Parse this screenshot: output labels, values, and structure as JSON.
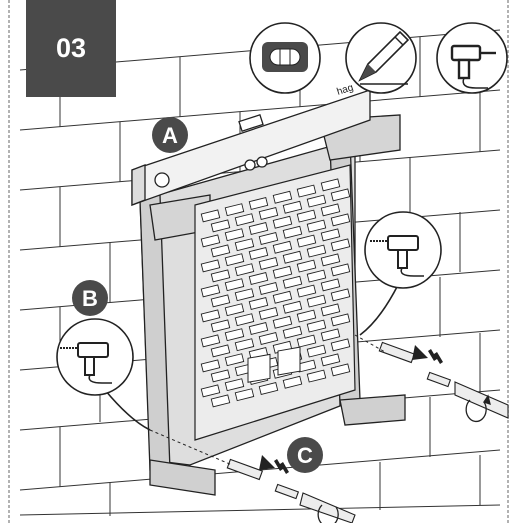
{
  "step": {
    "number": "03"
  },
  "callouts": {
    "a": "A",
    "b": "B",
    "c": "C"
  },
  "level_brand": "hag",
  "tool_icons": [
    "spirit-level-icon",
    "pencil-icon",
    "drill-icon"
  ],
  "colors": {
    "badge_bg": "#4a4a4a",
    "line": "#222222",
    "panel": "#e8e8e8",
    "frame": "#d6d6d6"
  }
}
